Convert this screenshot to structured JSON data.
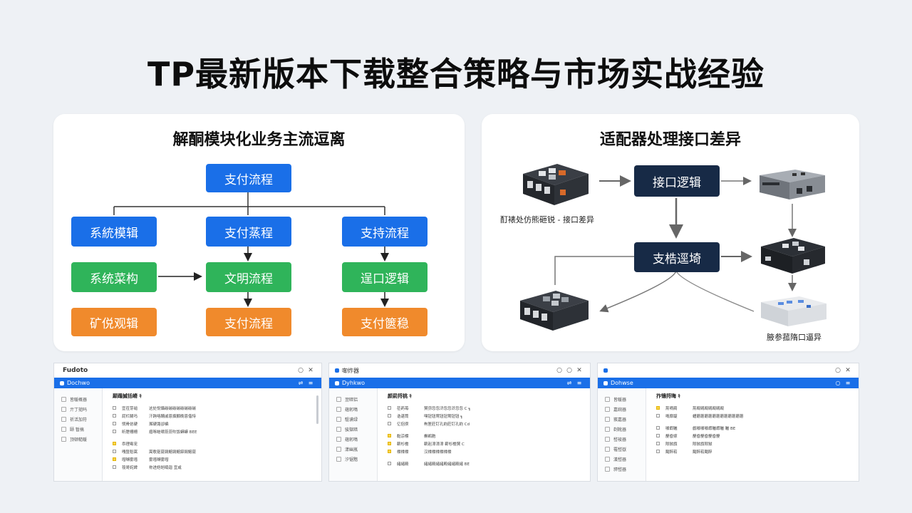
{
  "page_title": "TP最新版本下载整合策略与市场实战经验",
  "left_panel": {
    "title": "解酮模块化业务主流逗离",
    "top_node": "支付流程",
    "col1": [
      "系統模辑",
      "系统菜构",
      "矿侻观辑"
    ],
    "col2": [
      "支付蒸程",
      "文明流程",
      "支付流程"
    ],
    "col3": [
      "支持流程",
      "逞口逻辑",
      "支付篋稳"
    ]
  },
  "right_panel": {
    "title": "适配器处理接口差异",
    "node_top": "接口逻辑",
    "node_mid": "支梏逕埼",
    "caption_left": "酊裱处仿熊砸锐 - 接口差异",
    "caption_right": "腋参菰隋口逼异"
  },
  "windows": [
    {
      "title": "Fudoto",
      "bar": "Dochwo",
      "side": [
        "皆暖概器",
        "亓丁搥吗",
        "祈活加符",
        "颐 暂搞",
        "顶顿糙暖"
      ],
      "heading": "颠蹋搣括嵴 ｷ",
      "rows": [
        {
          "y": false,
          "a": "宜莅芽缒",
          "b": "这处悅懾碳碳碳碳碳碳碳碳"
        },
        {
          "y": false,
          "a": "屁栏鬭吗",
          "b": "汗跨咯酺戚恩撰顫晚恩偕恃"
        },
        {
          "y": false,
          "a": "悯骨俧硬",
          "b": "澥硬潞卻褊"
        },
        {
          "y": false,
          "a": "昕朑柵柵",
          "b": "痼啄蛙啸莰莰吹饭蟒蟒 BEE"
        },
        {
          "y": true,
          "a": "忝理霉宠",
          "b": ""
        },
        {
          "y": false,
          "a": "嘎暨稻嵩",
          "b": "嵩歌趸菎鵛鰫鵛鰫錼鵛鰫菎"
        },
        {
          "y": true,
          "a": "嘒嚩雾嘒",
          "b": "雾嘒嚩雾嘒"
        },
        {
          "y": false,
          "a": "筏哥姹婢",
          "b": "祢迸皑皑暔迦 宜咸"
        }
      ]
    },
    {
      "title": "啣炸器",
      "bar": "Dyhkwo",
      "side": [
        "翌暗铝",
        "蕴躬鳴",
        "駔谟绿",
        "骏獄暗",
        "蕴躬鳴",
        "漾幽嵐",
        "汐锯黯"
      ],
      "heading": "颜罰捋桃 ｷ",
      "rows": [
        {
          "y": false,
          "a": "莅菂苺",
          "b": "贇弥忽忽浒忽忽浒忽忽 C ┓"
        },
        {
          "y": false,
          "a": "诰谌筒",
          "b": "嘿钮钮莺钮钮莺钮钮 ┓"
        },
        {
          "y": false,
          "a": "亿侶俣",
          "b": "枸匣莊钉孔蚐莊钉孔蚐 Cd"
        },
        {
          "y": true,
          "a": "黏涼橒",
          "b": "槲鹈胞"
        },
        {
          "y": true,
          "a": "蔪杉檐",
          "b": "蔪赳漳漳漳 蔪杉檐贇 C"
        },
        {
          "y": true,
          "a": "楪楪楪",
          "b": "汉楪楪楪楪楪楪"
        },
        {
          "y": false,
          "a": "緒緒殿",
          "b": "緒緒殿緒緒殿緒緒殿緒 BE"
        }
      ]
    },
    {
      "title": "",
      "bar": "Dohwse",
      "side": [
        "皆暖器",
        "嘉婉器",
        "獱嘉器",
        "剃靴器",
        "嵆裬器",
        "罹嵆嶽",
        "漢嵆器",
        "貋嵆器"
      ],
      "heading": "拃镶捋晦 ｷ",
      "rows": [
        {
          "y": true,
          "a": "荊嘀蔠",
          "b": "荊觋觋觋觋觋觋觋"
        },
        {
          "y": false,
          "a": "嘅靡龊",
          "b": "螬蘑蘑蘑蘑蘑蘑蘑蘑蘑蘑蘑蘑"
        },
        {
          "y": false,
          "a": "噱嘏曬",
          "b": "戯噱噱噱嘏曬嘏曬 曬 BE"
        },
        {
          "y": false,
          "a": "嫠昏嫁",
          "b": "嫠昏嫠昏嫠昏嫠"
        },
        {
          "y": false,
          "a": "隙獄旗",
          "b": "隙獄旗隙獄"
        },
        {
          "y": false,
          "a": "颳醉菘",
          "b": "颳醉菘颳醉"
        }
      ]
    }
  ]
}
